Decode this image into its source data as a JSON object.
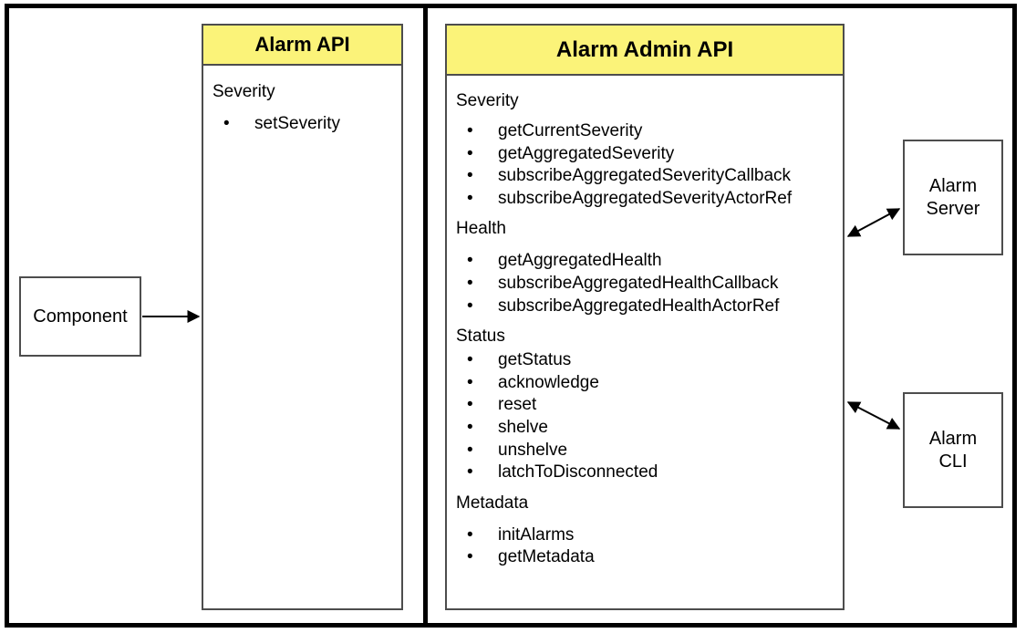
{
  "diagram": {
    "title_hidden": "",
    "colors": {
      "header_yellow": "#FBF379",
      "box_border": "#4D4D4D",
      "frame_black": "#000000",
      "arrow_black": "#000000",
      "background": "#FFFFFF"
    }
  },
  "component_box": {
    "label": "Component"
  },
  "alarm_api": {
    "title": "Alarm API",
    "sections": [
      {
        "title": "Severity",
        "methods": [
          "setSeverity"
        ]
      }
    ]
  },
  "alarm_admin_api": {
    "title": "Alarm Admin API",
    "sections": [
      {
        "title": "Severity",
        "methods": [
          "getCurrentSeverity",
          "getAggregatedSeverity",
          "subscribeAggregatedSeverityCallback",
          "subscribeAggregatedSeverityActorRef"
        ]
      },
      {
        "title": "Health",
        "methods": [
          "getAggregatedHealth",
          "subscribeAggregatedHealthCallback",
          "subscribeAggregatedHealthActorRef"
        ]
      },
      {
        "title": "Status",
        "methods": [
          "getStatus",
          "acknowledge",
          "reset",
          "shelve",
          "unshelve",
          "latchToDisconnected"
        ]
      },
      {
        "title": "Metadata",
        "methods": [
          "initAlarms",
          "getMetadata"
        ]
      }
    ]
  },
  "alarm_server": {
    "line1": "Alarm",
    "line2": "Server"
  },
  "alarm_cli": {
    "line1": "Alarm",
    "line2": "CLI"
  },
  "connectors": [
    {
      "name": "component-to-alarm-api",
      "from": "Component",
      "to": "Alarm API",
      "style": "single-arrow"
    },
    {
      "name": "alarm-admin-api-to-alarm-server",
      "from": "Alarm Admin API",
      "to": "Alarm Server",
      "style": "double-arrow"
    },
    {
      "name": "alarm-admin-api-to-alarm-cli",
      "from": "Alarm Admin API",
      "to": "Alarm CLI",
      "style": "double-arrow"
    }
  ],
  "bullet_glyph": "•"
}
